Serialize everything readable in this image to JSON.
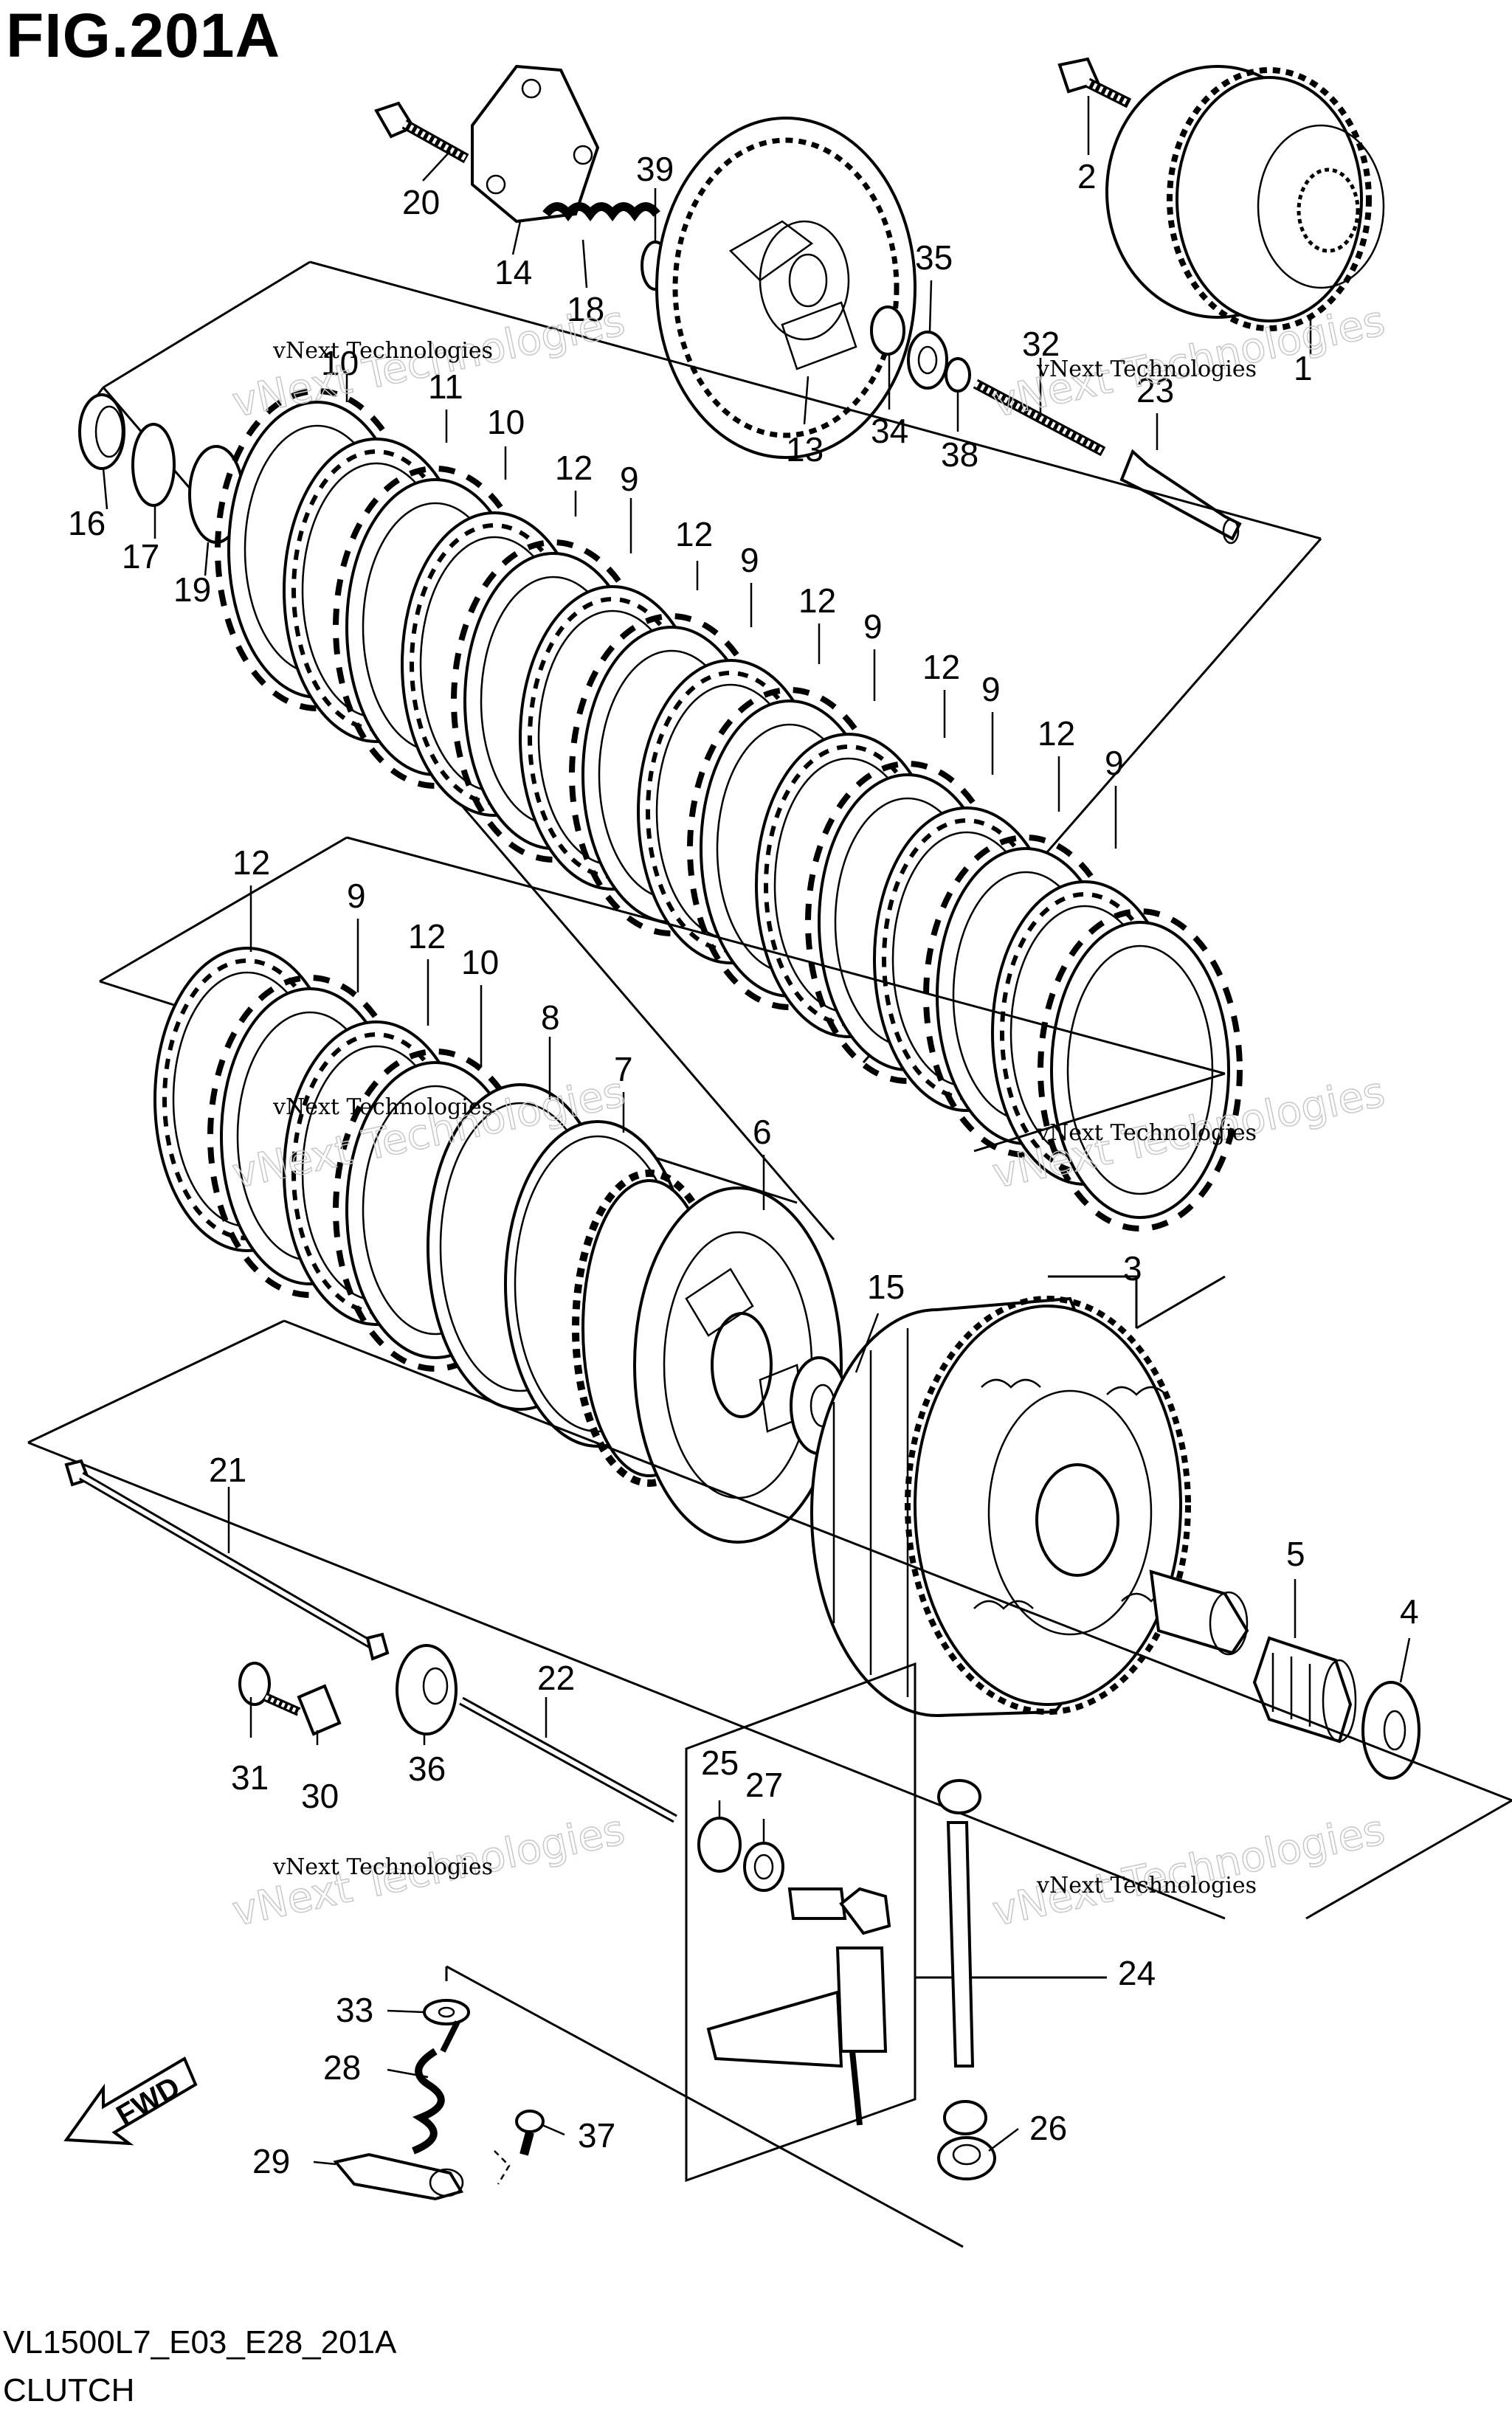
{
  "header": {
    "figure_title": "FIG.201A",
    "code": "VL1500L7_E03_E28_201A",
    "section": "CLUTCH"
  },
  "watermark": {
    "small": "vNext Technologies",
    "large": "vNext Technologies"
  },
  "direction_arrow": {
    "label": "FWD",
    "icon": "fwd-arrow-icon"
  },
  "callouts": {
    "c1": "1",
    "c2": "2",
    "c3": "3",
    "c4": "4",
    "c5": "5",
    "c6": "6",
    "c7": "7",
    "c8": "8",
    "c9a": "9",
    "c9b": "9",
    "c9c": "9",
    "c9d": "9",
    "c9e": "9",
    "c9f": "9",
    "c10a": "10",
    "c10b": "10",
    "c10c": "10",
    "c11": "11",
    "c12a": "12",
    "c12b": "12",
    "c12c": "12",
    "c12d": "12",
    "c12e": "12",
    "c12f": "12",
    "c12g": "12",
    "c13": "13",
    "c14": "14",
    "c15": "15",
    "c16": "16",
    "c17": "17",
    "c18": "18",
    "c19": "19",
    "c20": "20",
    "c21": "21",
    "c22": "22",
    "c23": "23",
    "c24": "24",
    "c25": "25",
    "c26": "26",
    "c27": "27",
    "c28": "28",
    "c29": "29",
    "c30": "30",
    "c31": "31",
    "c32": "32",
    "c33": "33",
    "c34": "34",
    "c35": "35",
    "c36": "36",
    "c37": "37",
    "c38": "38",
    "c39": "39"
  }
}
